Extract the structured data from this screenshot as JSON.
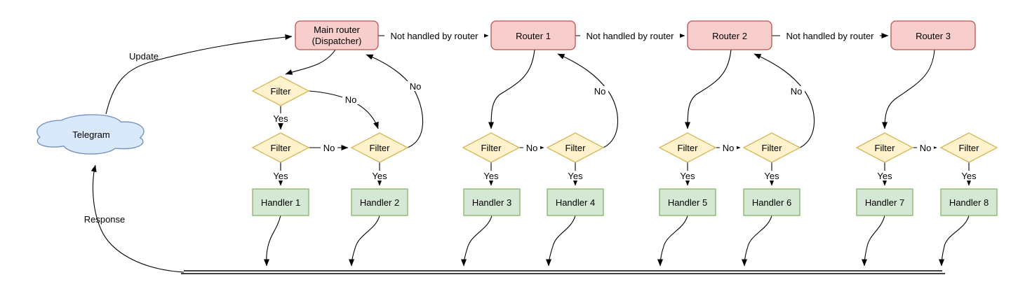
{
  "diagram": {
    "cloud_label": "Telegram",
    "update_label": "Update",
    "response_label": "Response",
    "not_handled_label": "Not handled by router",
    "yes_label": "Yes",
    "no_label": "No",
    "filter_label": "Filter",
    "dispatcher_label_line1": "Main router",
    "dispatcher_label_line2": "(Dispatcher)",
    "routers": [
      "Router 1",
      "Router 2",
      "Router 3"
    ],
    "handlers": [
      "Handler 1",
      "Handler 2",
      "Handler 3",
      "Handler 4",
      "Handler 5",
      "Handler 6",
      "Handler 7",
      "Handler 8"
    ],
    "colors": {
      "router_fill": "#f8cecc",
      "router_stroke": "#b85450",
      "filter_fill": "#fff2cc",
      "filter_stroke": "#d6b656",
      "handler_fill": "#d5e8d4",
      "handler_stroke": "#82b366",
      "cloud_fill": "#dae8fc",
      "cloud_stroke": "#6c8ebf",
      "edge_color": "#000000"
    }
  }
}
